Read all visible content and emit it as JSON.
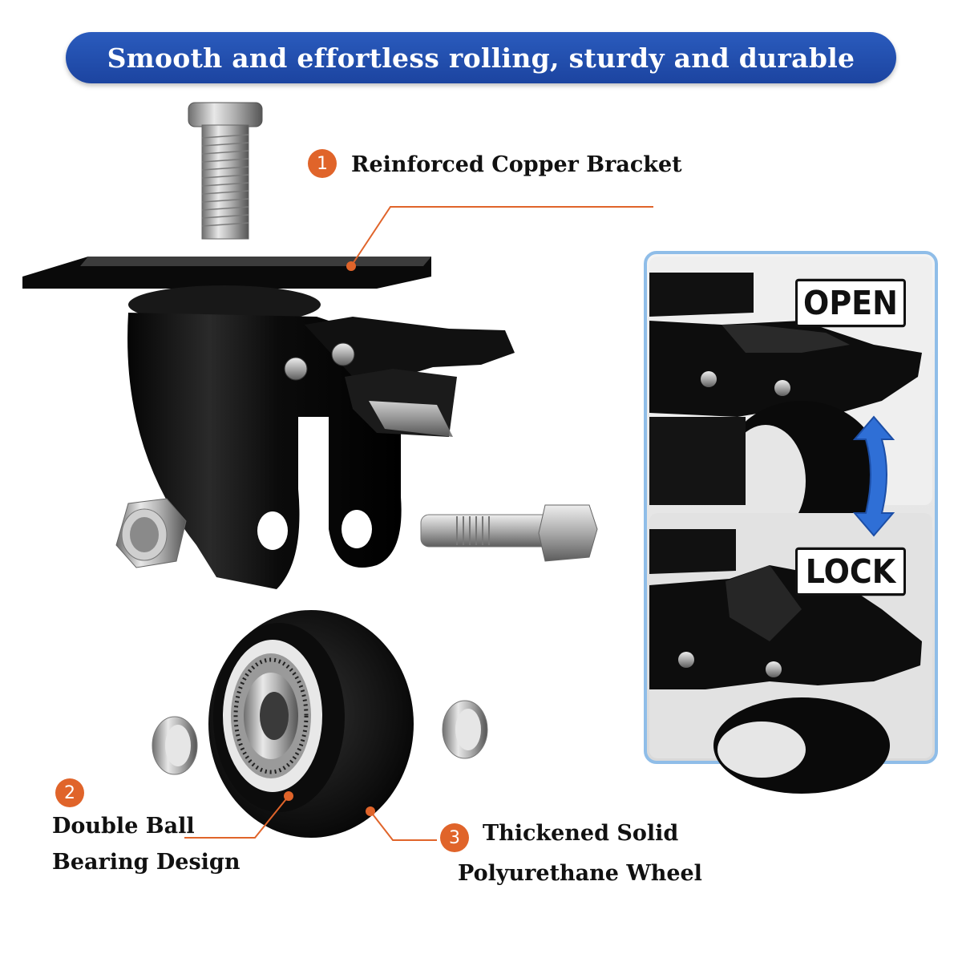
{
  "header": {
    "headline": "Smooth and effortless rolling, sturdy and durable"
  },
  "callouts": [
    {
      "number": "1",
      "text": "Reinforced Copper Bracket"
    },
    {
      "number": "2",
      "line1": "Double Ball",
      "line2": "Bearing Design"
    },
    {
      "number": "3",
      "line1": "Thickened Solid",
      "line2": "Polyurethane Wheel"
    }
  ],
  "lock_panel": {
    "open_label": "OPEN",
    "lock_label": "LOCK"
  },
  "colors": {
    "banner": "#1c44a0",
    "accent": "#e0642a",
    "panel_border": "#8fbde8"
  }
}
